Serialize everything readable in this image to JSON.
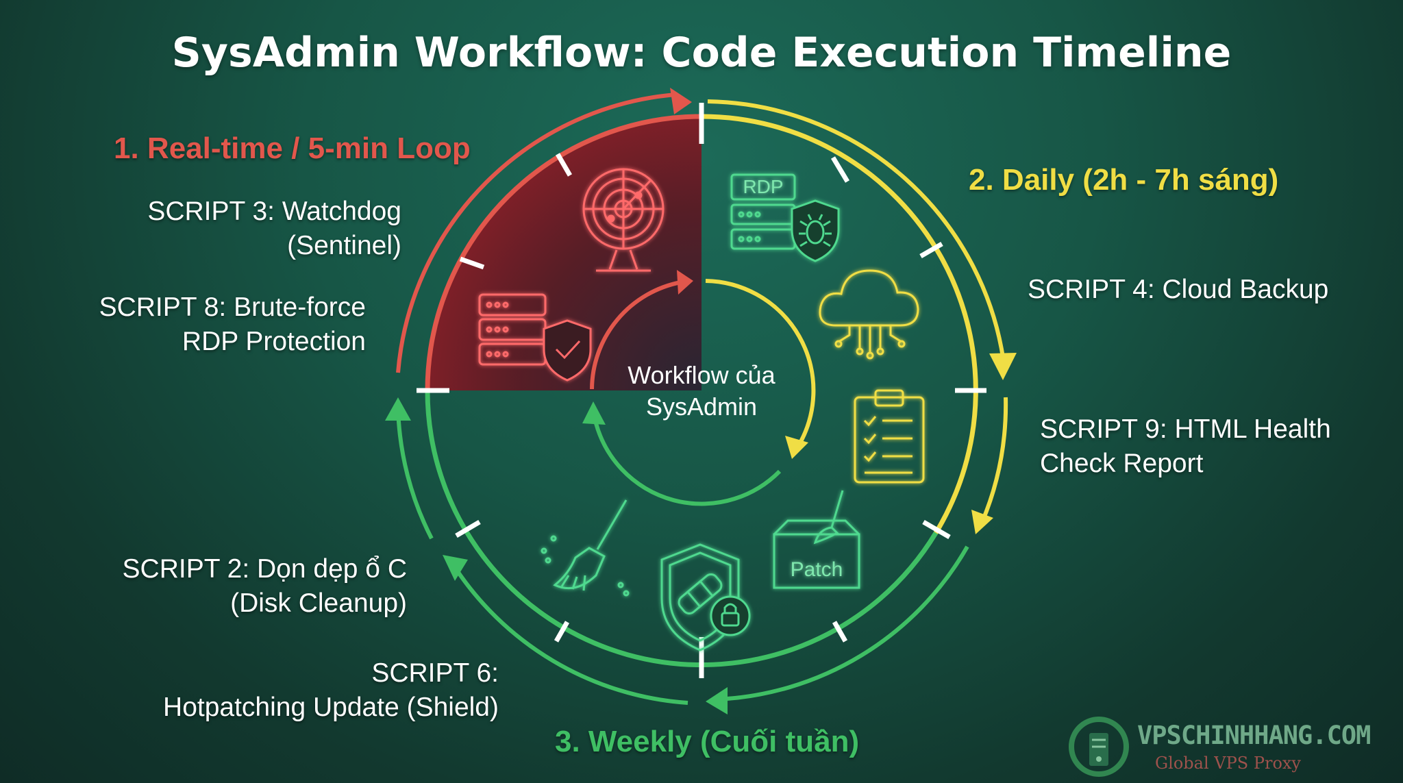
{
  "title": "SysAdmin Workflow: Code Execution Timeline",
  "center_label": [
    "Workflow của",
    "SysAdmin"
  ],
  "phases": {
    "realtime": "1. Real-time / 5-min Loop",
    "daily": "2. Daily (2h - 7h sáng)",
    "weekly": "3. Weekly (Cuối tuần)"
  },
  "scripts": {
    "script3": [
      "SCRIPT 3: Watchdog",
      "(Sentinel)"
    ],
    "script8": [
      "SCRIPT 8: Brute-force",
      "RDP Protection"
    ],
    "script4": [
      "SCRIPT 4: Cloud Backup"
    ],
    "script9": [
      "SCRIPT 9: HTML Health",
      "Check Report"
    ],
    "script2": [
      "SCRIPT 2: Dọn dẹp ổ C",
      "(Disk Cleanup)"
    ],
    "script6": [
      "SCRIPT 6:",
      "Hotpatching Update (Shield)"
    ]
  },
  "icon_labels": {
    "rdp": "RDP",
    "patch": "Patch"
  },
  "icons": [
    "radar-icon",
    "server-shield-icon",
    "rdp-server-bug-shield-icon",
    "cloud-circuit-icon",
    "clipboard-checklist-icon",
    "patch-box-brush-icon",
    "shield-bandage-lock-icon",
    "broom-icon"
  ],
  "colors": {
    "realtime": "#e2574c",
    "daily": "#f0de45",
    "weekly": "#3fbf64",
    "background": "#175646"
  },
  "brand": {
    "name": "VPSCHINHHANG.COM",
    "tagline": "Global VPS Proxy"
  }
}
